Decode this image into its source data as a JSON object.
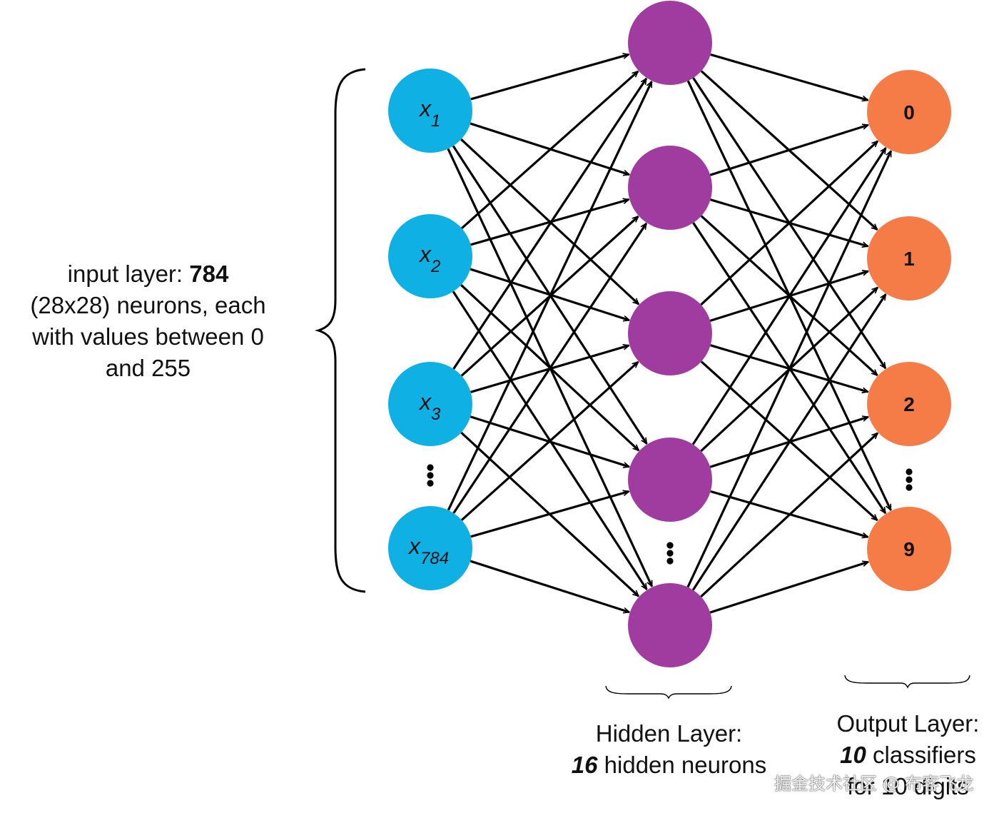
{
  "colors": {
    "input_node": "#0fb0e3",
    "hidden_node": "#a03ba0",
    "output_node": "#f67c47",
    "edge": "#000000"
  },
  "input_layer": {
    "nodes": [
      {
        "base": "x",
        "sub": "1"
      },
      {
        "base": "x",
        "sub": "2"
      },
      {
        "base": "x",
        "sub": "3"
      },
      {
        "base": "x",
        "sub": "784"
      }
    ],
    "ellipsis_after_index": 2,
    "label": {
      "line1_prefix": "input layer: ",
      "line1_bold": "784",
      "line2": "(28x28) neurons, each",
      "line3": "with values between 0",
      "line4": "and 255"
    }
  },
  "hidden_layer": {
    "node_count_shown": 5,
    "ellipsis_after_index": 3,
    "label": {
      "line1": "Hidden Layer:",
      "line2_bold_italic": "16",
      "line2_rest": " hidden neurons"
    }
  },
  "output_layer": {
    "nodes": [
      "0",
      "1",
      "2",
      "9"
    ],
    "ellipsis_after_index": 2,
    "label": {
      "line1": "Output Layer:",
      "line2_bold_italic": "10",
      "line2_rest": " classifiers",
      "line3": "for 10 digits"
    }
  },
  "watermark": "掘金技术社区 @ 布客飞龙"
}
